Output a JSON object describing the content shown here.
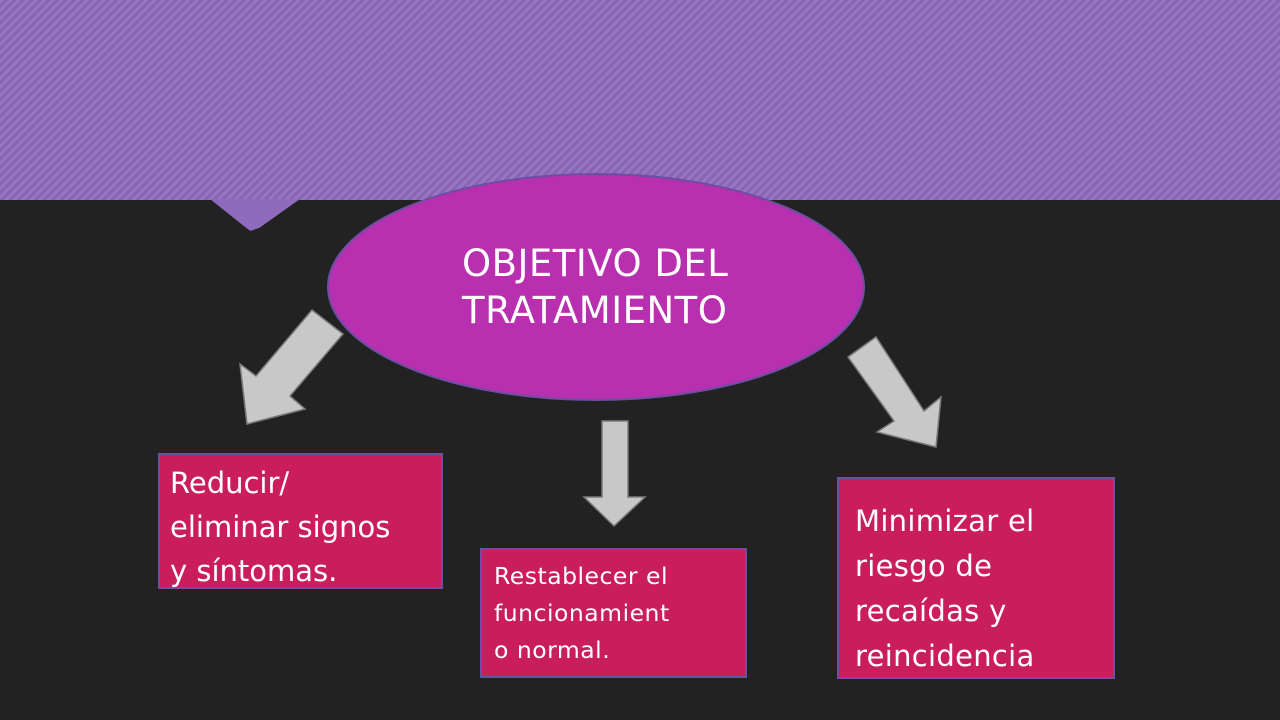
{
  "diagram": {
    "center_node": {
      "label": "OBJETIVO DEL\nTRATAMIENTO",
      "color": "#b82fb0"
    },
    "branches": [
      {
        "label": "Reducir/\neliminar signos\ny síntomas.",
        "color": "#c91d5c"
      },
      {
        "label": "Restablecer el\nfuncionamient\no normal.",
        "color": "#c91d5c"
      },
      {
        "label": "Minimizar el\nriesgo de\nrecaídas y\nreincidencia",
        "color": "#c91d5c"
      }
    ],
    "arrow_color": "#c8c8c8",
    "header_color": "#8f6bbd"
  }
}
